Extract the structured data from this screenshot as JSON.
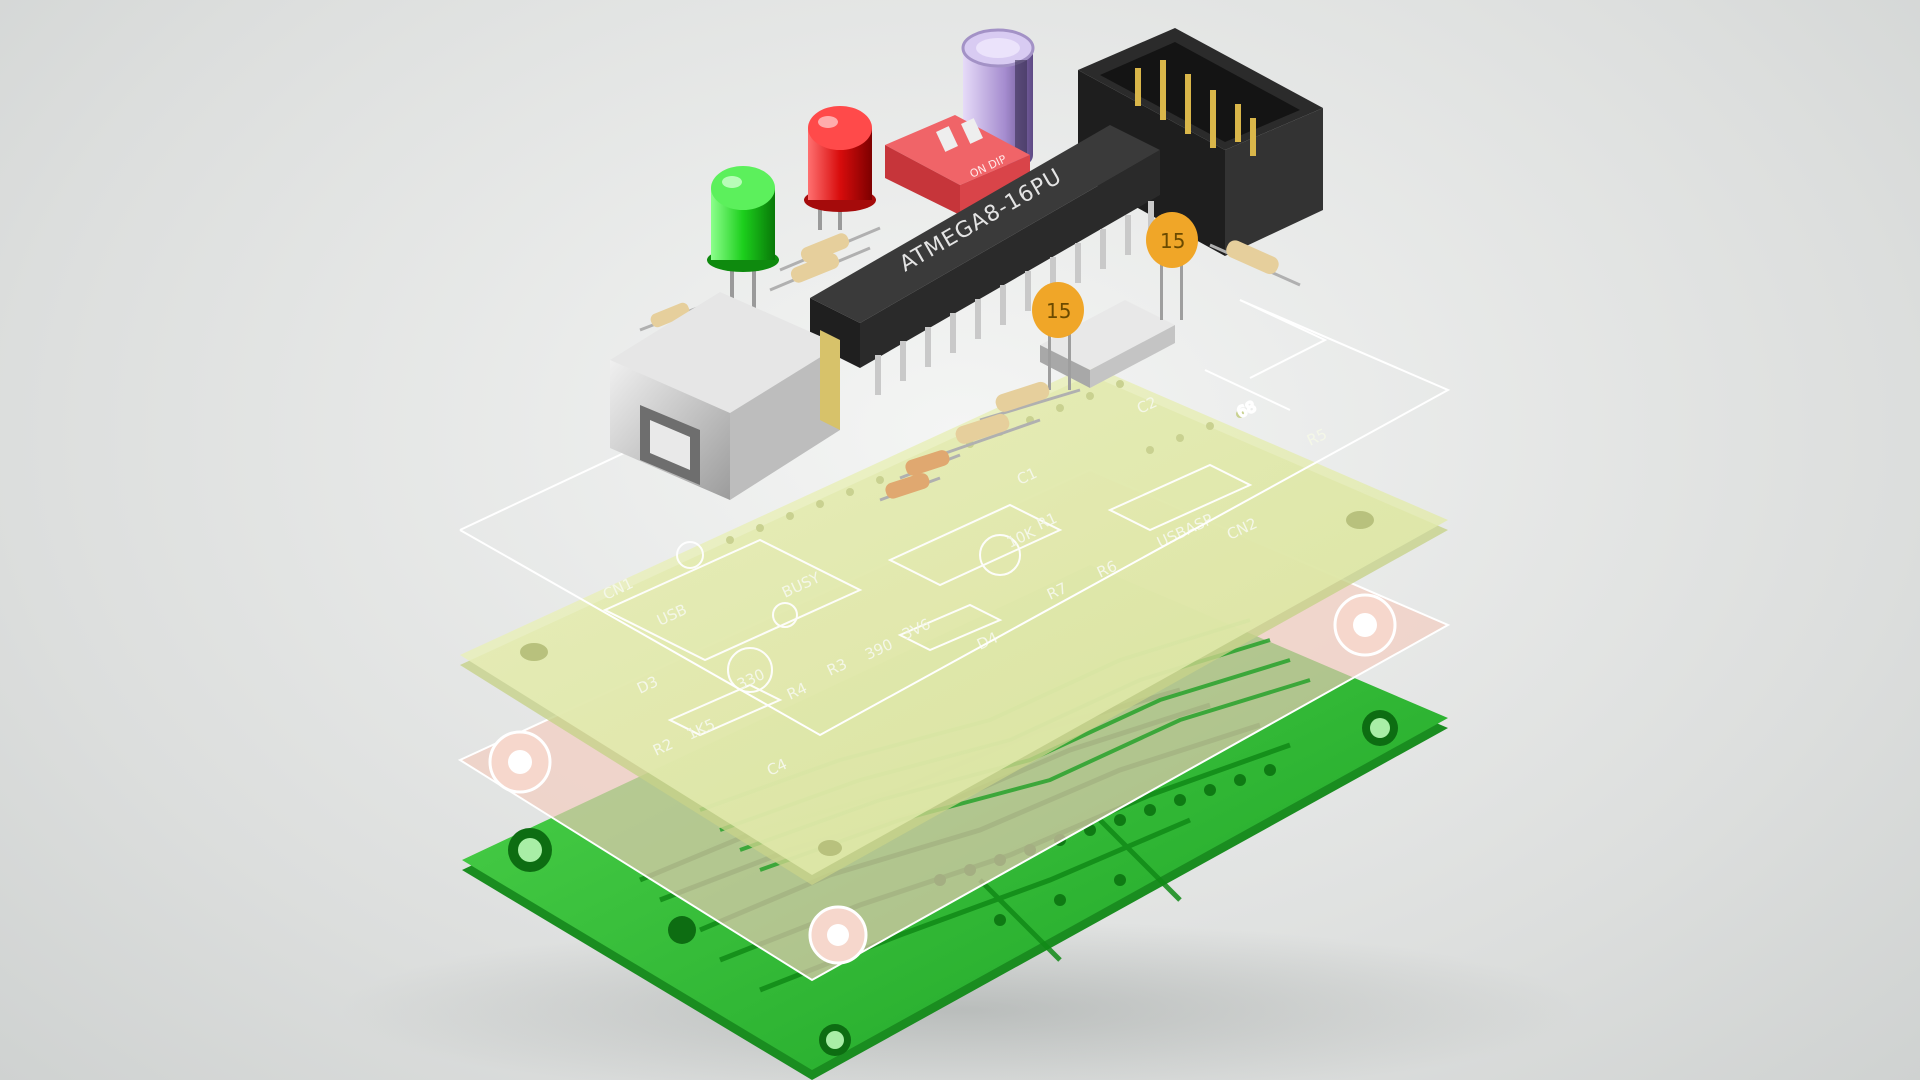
{
  "scene": {
    "chip_label": "ATMEGA8-16PU",
    "dip_switch_label": "ON DIP",
    "capacitor_value": "15",
    "resistor_value": "68",
    "silkscreen": {
      "cn1": "CN1",
      "cn2": "CN2",
      "usb_label": "USB",
      "usbasp": "USBASP",
      "busy": "BUSY",
      "r1": "R1",
      "r2": "R2",
      "r3": "R3",
      "r4": "R4",
      "r5": "R5",
      "r6": "R6",
      "r7": "R7",
      "r2_value": "1K5",
      "r3_value": "390",
      "r4_value": "330",
      "r1_value": "10K",
      "d3": "D3",
      "d4": "D4",
      "c1": "C1",
      "c2": "C2",
      "c4": "C4",
      "zener": "3V6"
    },
    "colors": {
      "background": "#dcdedd",
      "silk_layer": "#e6edb0",
      "copper_layer": "#f2c3b4",
      "green_board": "#35c53a",
      "ic_body": "#2a2a2a",
      "red_led": "#d01010",
      "green_led": "#18c818",
      "dip_switch": "#e8454a",
      "ceramic_cap": "#f0a628",
      "electrolytic_cap": "#b49ad8"
    }
  }
}
